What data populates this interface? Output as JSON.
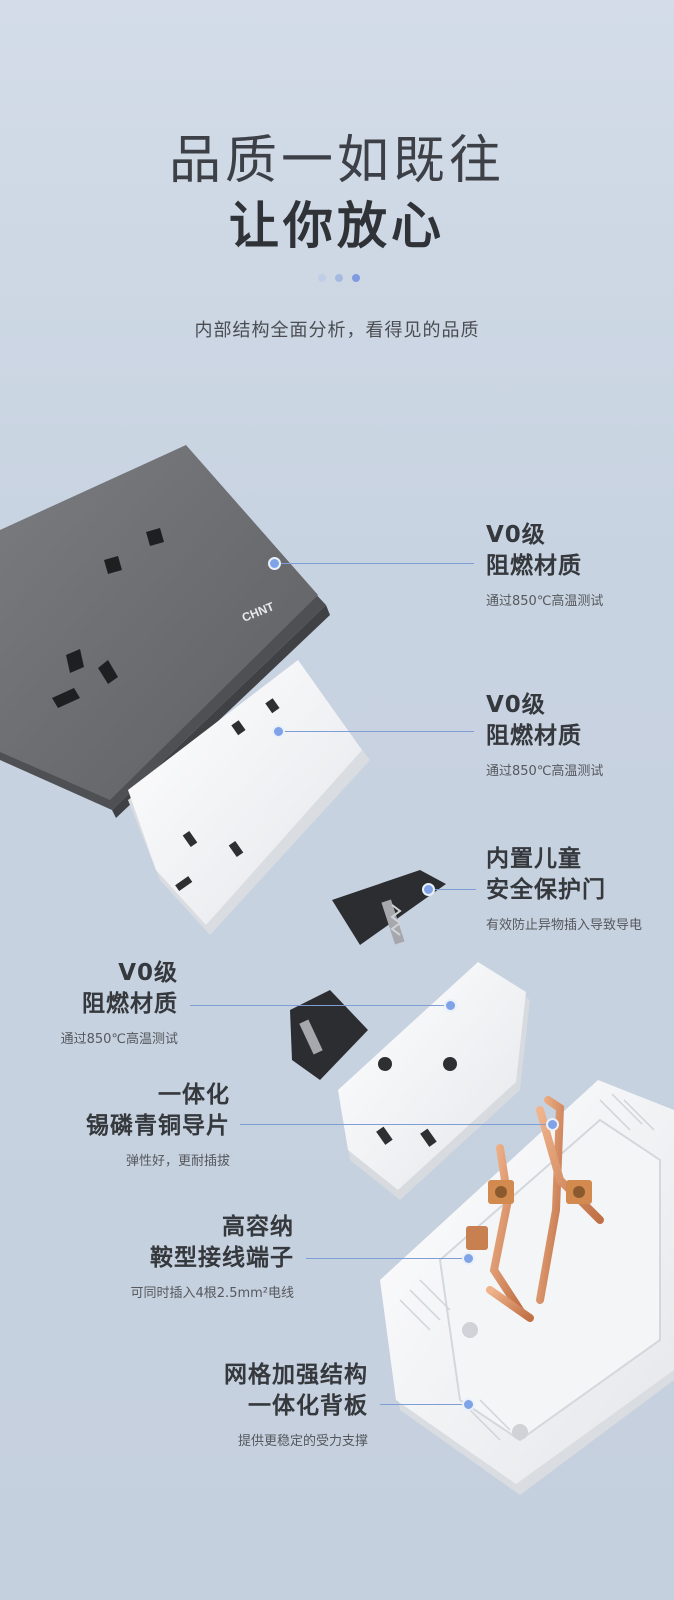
{
  "hero": {
    "title": "品质一如既往",
    "subtitle": "让你放心",
    "tagline": "内部结构全面分析，看得见的品质"
  },
  "brand": {
    "logo_text": "CHNT"
  },
  "colors": {
    "accent_line": "#7f9ed6",
    "accent_dot": "#7fa3e6",
    "dot_light": "#b9c8e6",
    "dot_mid": "#9fb3dc",
    "dot_dark": "#7f9be0",
    "panel_gray": "#6b6d71",
    "copper": "#d98a5a"
  },
  "callouts": [
    {
      "title_1": "V0级",
      "title_2": "阻燃材质",
      "desc": "通过850℃高温测试"
    },
    {
      "title_1": "V0级",
      "title_2": "阻燃材质",
      "desc": "通过850℃高温测试"
    },
    {
      "title_1": "内置儿童",
      "title_2": "安全保护门",
      "desc": "有效防止异物插入导致导电"
    },
    {
      "title_1": "V0级",
      "title_2": "阻燃材质",
      "desc": "通过850℃高温测试"
    },
    {
      "title_1": "一体化",
      "title_2": "锡磷青铜导片",
      "desc": "弹性好，更耐插拔"
    },
    {
      "title_1": "高容纳",
      "title_2": "鞍型接线端子",
      "desc": "可同时插入4根2.5mm²电线"
    },
    {
      "title_1": "网格加强结构",
      "title_2": "一体化背板",
      "desc": "提供更稳定的受力支撑"
    }
  ]
}
